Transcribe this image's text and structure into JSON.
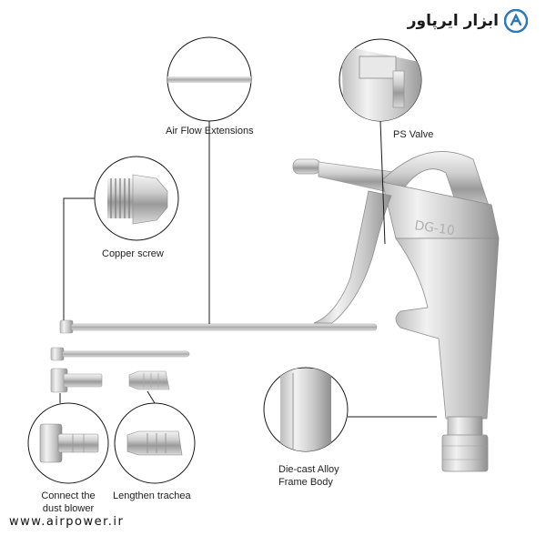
{
  "brand": {
    "name": "ابزار ایرپاور",
    "logo_icon": "airpower-logo-icon",
    "accent": "#2b79b8"
  },
  "labels": {
    "air_flow_extensions": "Air Flow Extensions",
    "ps_valve": "PS Valve",
    "copper_screw": "Copper screw",
    "connect_dust_blower_line1": "Connect the",
    "connect_dust_blower_line2": "dust blower",
    "lengthen_trachea": "Lengthen trachea",
    "die_cast_line1": "Die-cast Alloy",
    "die_cast_line2": "Frame Body"
  },
  "footer": {
    "url": "www.airpower.ir"
  }
}
